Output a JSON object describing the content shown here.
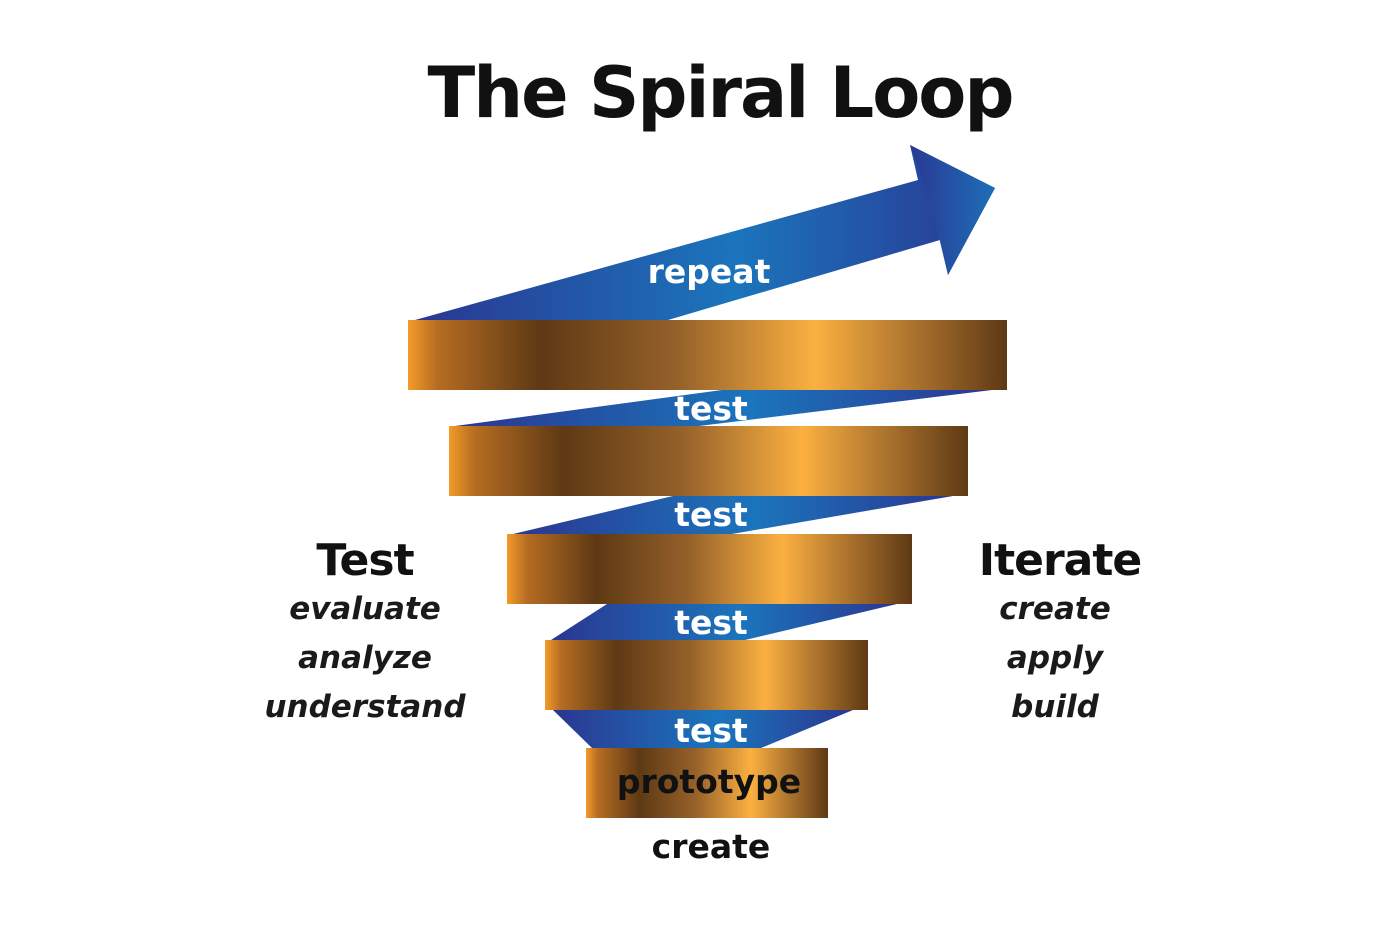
{
  "title": "The Spiral Loop",
  "colors": {
    "bronze_light": "#f39a2a",
    "bronze_dark": "#5e3914",
    "bronze_highlight": "#fbb040",
    "blue_dark": "#2b3691",
    "blue_light": "#1b75bc",
    "text": "#111111",
    "ribbon_text": "#ffffff"
  },
  "arrow": {
    "label": "repeat"
  },
  "ribbons": [
    {
      "label": "test"
    },
    {
      "label": "test"
    },
    {
      "label": "test"
    },
    {
      "label": "test"
    }
  ],
  "bands": [
    {
      "label": ""
    },
    {
      "label": ""
    },
    {
      "label": ""
    },
    {
      "label": ""
    },
    {
      "label": "prototype"
    }
  ],
  "base_label": "create",
  "left_panel": {
    "heading": "Test",
    "items": [
      "evaluate",
      "analyze",
      "understand"
    ]
  },
  "right_panel": {
    "heading": "Iterate",
    "items": [
      "create",
      "apply",
      "build"
    ]
  }
}
